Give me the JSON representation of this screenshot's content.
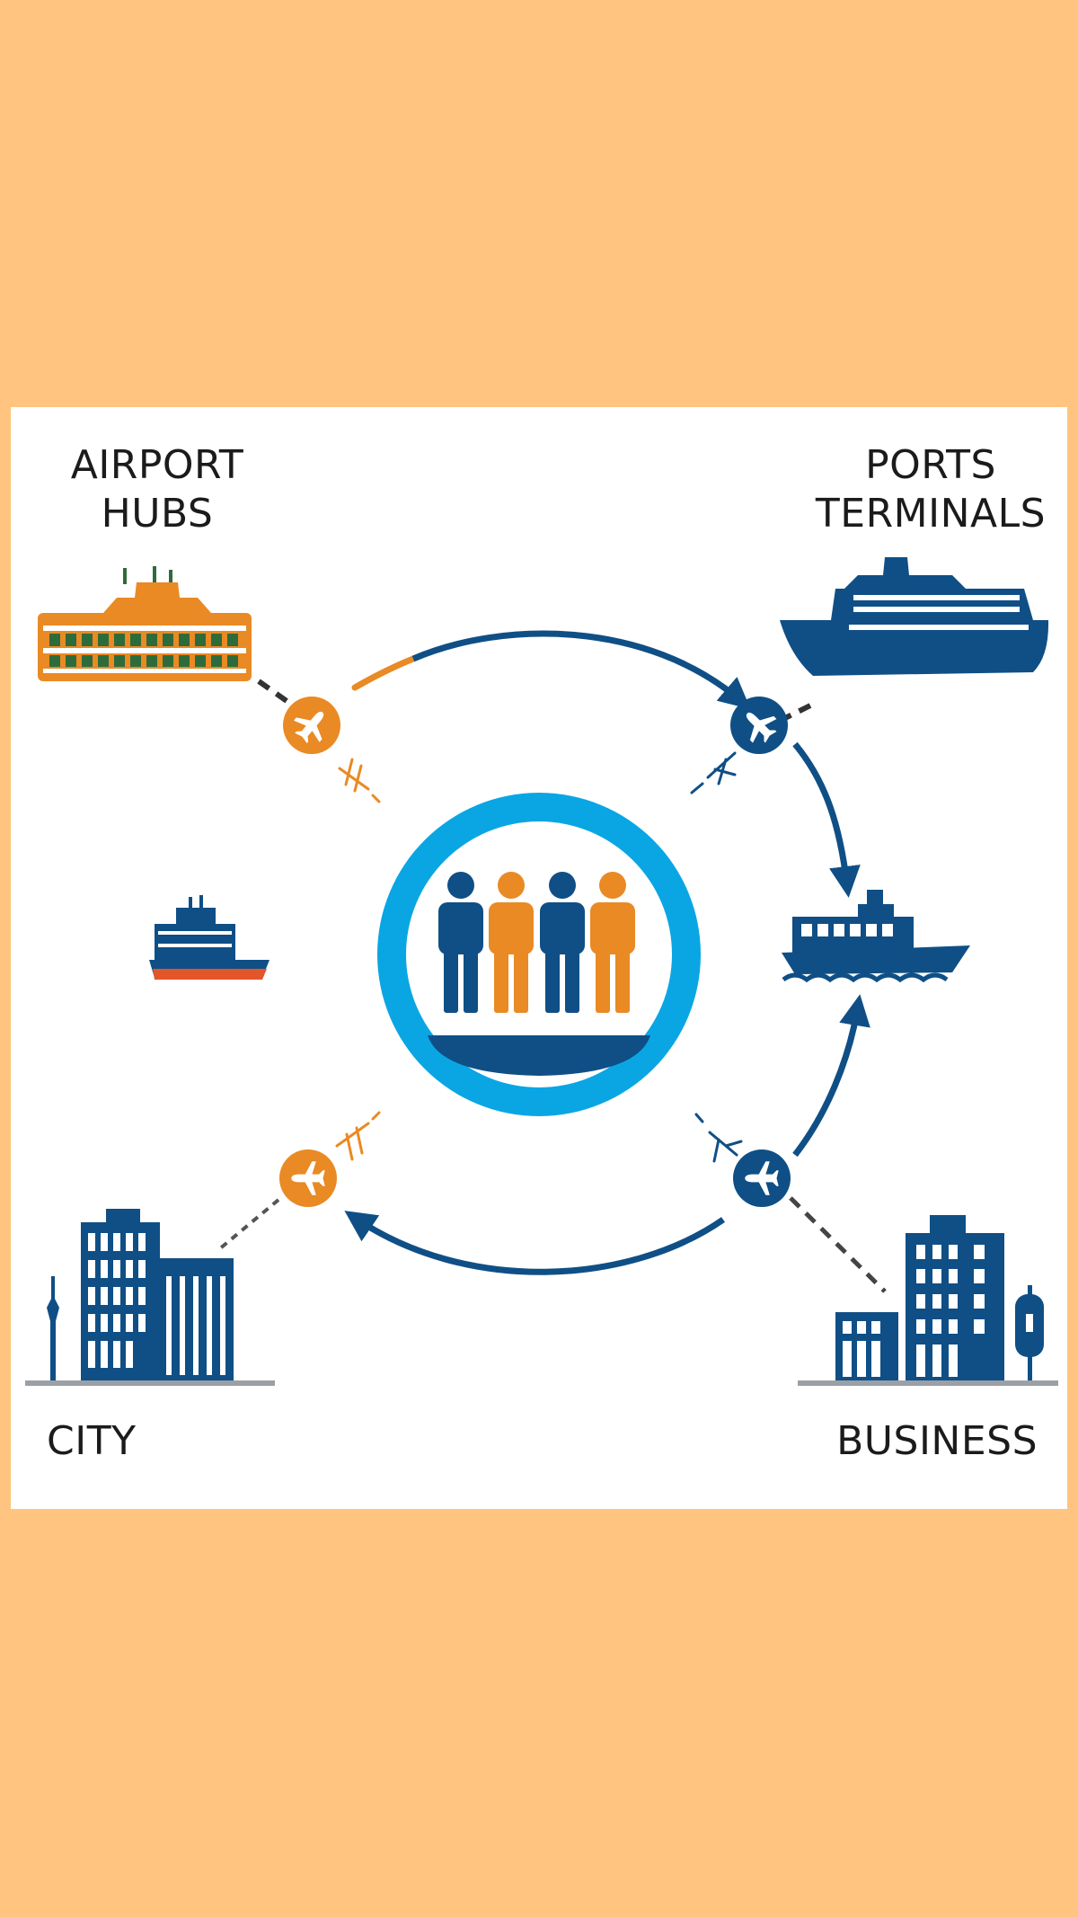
{
  "colors": {
    "background": "#ffc47f",
    "panel": "#ffffff",
    "navy": "#0f4f86",
    "orange": "#e98a24",
    "cyan": "#0aa6e4",
    "ground": "#9aa0a6",
    "text": "#1b1b1b"
  },
  "nodes": {
    "airport_hubs": {
      "label_line1": "AIRPORT",
      "label_line2": "HUBS",
      "icon": "ferry-building-icon"
    },
    "ports_terminals": {
      "label_line1": "PORTS",
      "label_line2": "TERMINALS",
      "icon": "cruise-ship-icon"
    },
    "city": {
      "label": "CITY",
      "icon": "city-buildings-icon"
    },
    "business": {
      "label": "BUSINESS",
      "icon": "office-buildings-icon"
    }
  },
  "center": {
    "icon": "people-group-icon"
  },
  "side_icons": {
    "left": "small-ferry-icon",
    "right": "container-ship-icon"
  },
  "connectors": [
    "airplane-icon",
    "airplane-icon",
    "airplane-icon",
    "airplane-icon"
  ]
}
